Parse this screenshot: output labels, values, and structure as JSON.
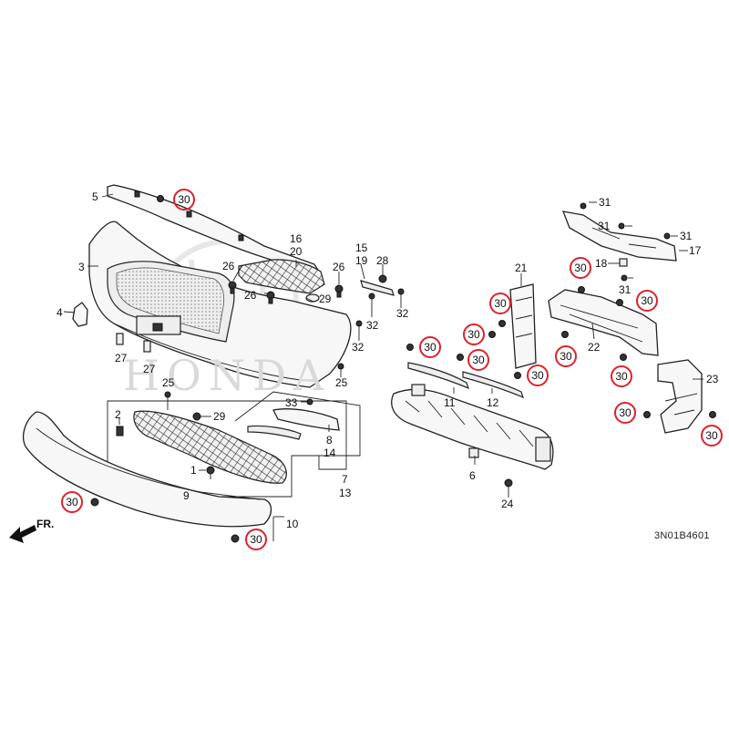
{
  "diagram_code": "3N01B4601",
  "front_indicator": "FR.",
  "watermark": "HONDA",
  "labels": [
    {
      "id": "l5",
      "text": "5"
    },
    {
      "id": "l3",
      "text": "3"
    },
    {
      "id": "l4",
      "text": "4"
    },
    {
      "id": "l27a",
      "text": "27"
    },
    {
      "id": "l27b",
      "text": "27"
    },
    {
      "id": "l16",
      "text": "16"
    },
    {
      "id": "l20",
      "text": "20"
    },
    {
      "id": "l26a",
      "text": "26"
    },
    {
      "id": "l26b",
      "text": "26"
    },
    {
      "id": "l26c",
      "text": "26"
    },
    {
      "id": "l29a",
      "text": "29"
    },
    {
      "id": "l15",
      "text": "15"
    },
    {
      "id": "l19",
      "text": "19"
    },
    {
      "id": "l28",
      "text": "28"
    },
    {
      "id": "l32a",
      "text": "32"
    },
    {
      "id": "l32b",
      "text": "32"
    },
    {
      "id": "l32c",
      "text": "32"
    },
    {
      "id": "l25a",
      "text": "25"
    },
    {
      "id": "l25b",
      "text": "25"
    },
    {
      "id": "l2",
      "text": "2"
    },
    {
      "id": "l29b",
      "text": "29"
    },
    {
      "id": "l33",
      "text": "33"
    },
    {
      "id": "l8",
      "text": "8"
    },
    {
      "id": "l14",
      "text": "14"
    },
    {
      "id": "l1",
      "text": "1"
    },
    {
      "id": "l9",
      "text": "9"
    },
    {
      "id": "l7",
      "text": "7"
    },
    {
      "id": "l13",
      "text": "13"
    },
    {
      "id": "l10",
      "text": "10"
    },
    {
      "id": "l11",
      "text": "11"
    },
    {
      "id": "l12",
      "text": "12"
    },
    {
      "id": "l21",
      "text": "21"
    },
    {
      "id": "l22",
      "text": "22"
    },
    {
      "id": "l6",
      "text": "6"
    },
    {
      "id": "l24",
      "text": "24"
    },
    {
      "id": "l18",
      "text": "18"
    },
    {
      "id": "l17",
      "text": "17"
    },
    {
      "id": "l31a",
      "text": "31"
    },
    {
      "id": "l31b",
      "text": "31"
    },
    {
      "id": "l31c",
      "text": "31"
    },
    {
      "id": "l31d",
      "text": "31"
    },
    {
      "id": "l23",
      "text": "23"
    }
  ],
  "circled_labels": [
    {
      "id": "c1",
      "text": "30"
    },
    {
      "id": "c2",
      "text": "30"
    },
    {
      "id": "c3",
      "text": "30"
    },
    {
      "id": "c4",
      "text": "30"
    },
    {
      "id": "c5",
      "text": "30"
    },
    {
      "id": "c6",
      "text": "30"
    },
    {
      "id": "c7",
      "text": "30"
    },
    {
      "id": "c8",
      "text": "30"
    },
    {
      "id": "c9",
      "text": "30"
    },
    {
      "id": "c10",
      "text": "30"
    },
    {
      "id": "c11",
      "text": "30"
    },
    {
      "id": "c12",
      "text": "30"
    },
    {
      "id": "c13",
      "text": "30"
    },
    {
      "id": "c14",
      "text": "30"
    },
    {
      "id": "c15",
      "text": "30"
    }
  ],
  "colors": {
    "callout_ring": "#e0202a",
    "line": "#222222",
    "watermark": "#d9d9d9"
  }
}
